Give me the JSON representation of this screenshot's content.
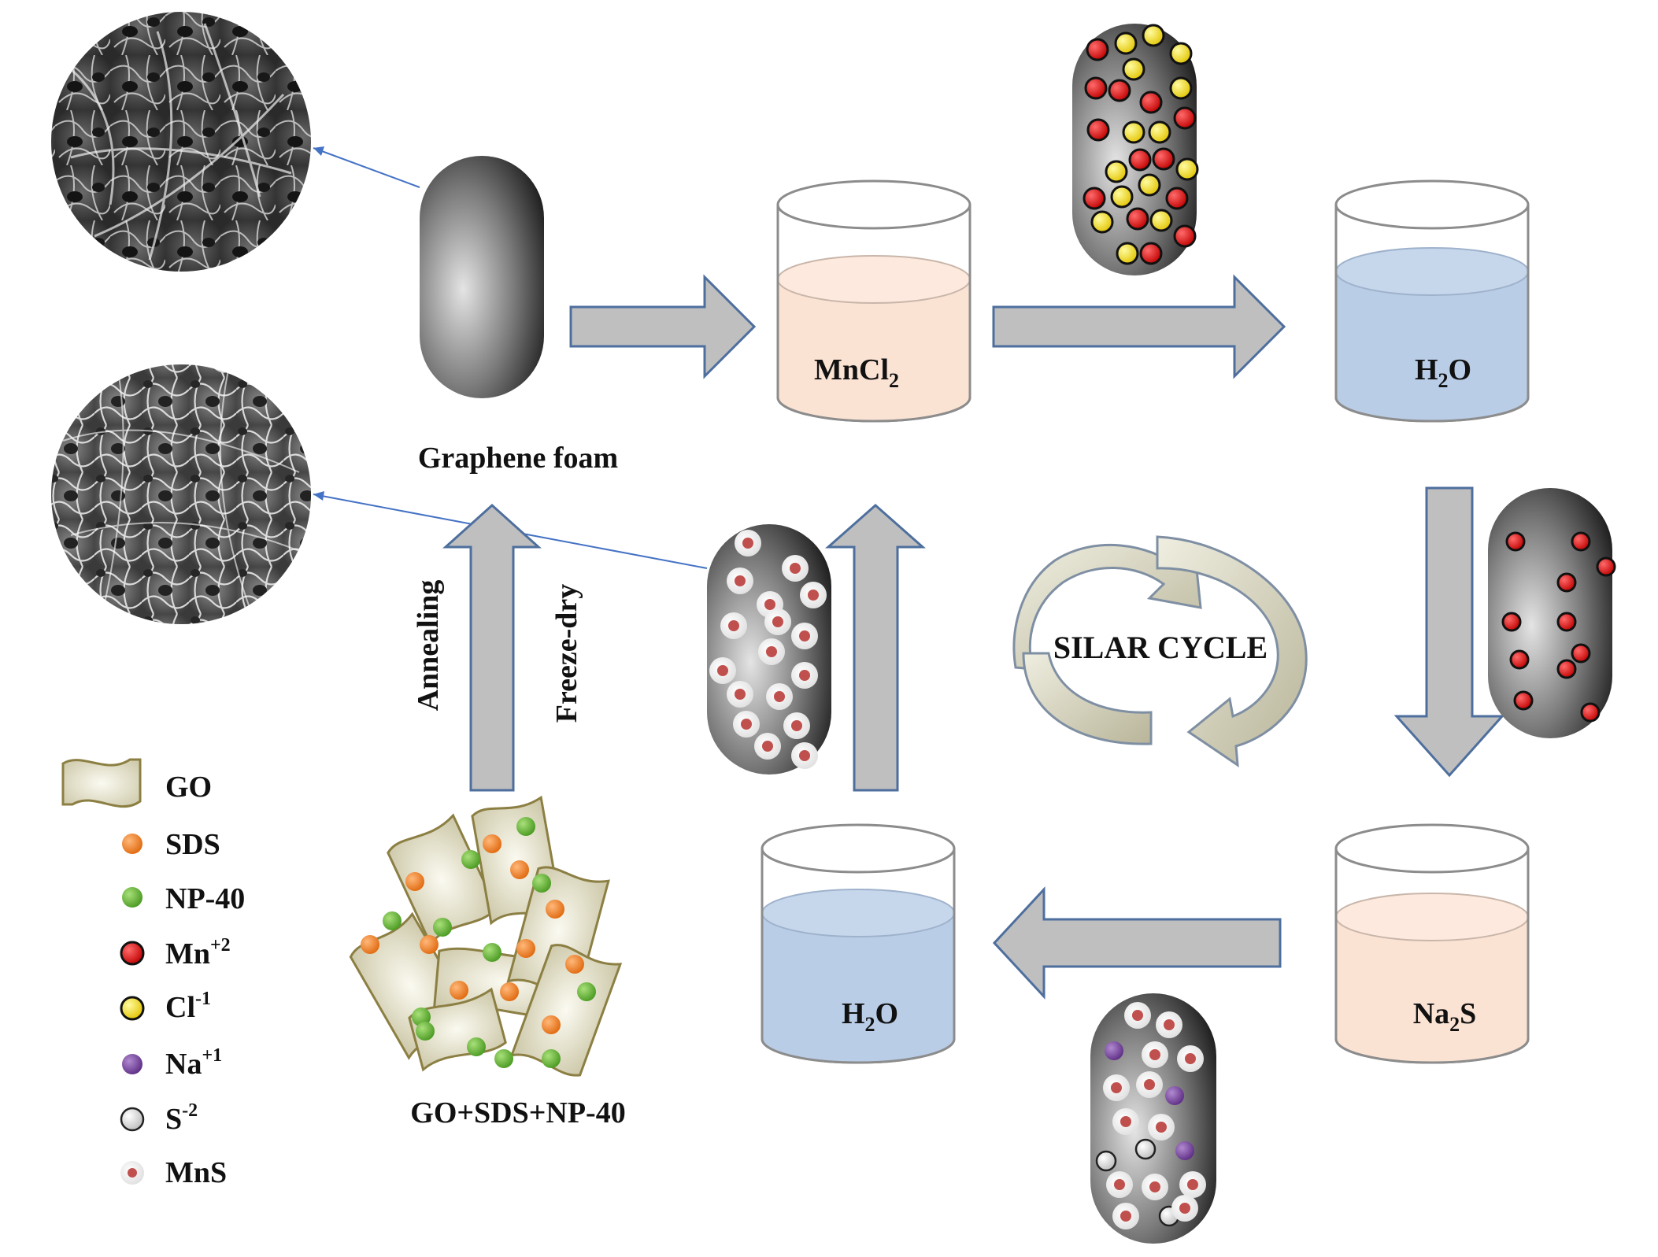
{
  "labels": {
    "graphene_foam": "Graphene foam",
    "mncl2_base": "MnCl",
    "mncl2_sub": "2",
    "h2o_top_pre": "H",
    "h2o_top_sub": "2",
    "h2o_top_post": "O",
    "h2o_bottom_pre": "H",
    "h2o_bottom_sub": "2",
    "h2o_bottom_post": "O",
    "na2s_pre": "Na",
    "na2s_sub": "2",
    "na2s_post": "S",
    "silar_cycle": "SILAR CYCLE",
    "annealing": "Annealing",
    "freeze_dry": "Freeze-dry",
    "mixture": "GO+SDS+NP-40"
  },
  "legend": [
    {
      "id": "go",
      "label": "GO",
      "sup": ""
    },
    {
      "id": "sds",
      "label": "SDS",
      "sup": ""
    },
    {
      "id": "np40",
      "label": "NP-40",
      "sup": ""
    },
    {
      "id": "mn",
      "label": "Mn",
      "sup": "+2"
    },
    {
      "id": "cl",
      "label": "Cl",
      "sup": "-1"
    },
    {
      "id": "na",
      "label": "Na",
      "sup": "+1"
    },
    {
      "id": "s",
      "label": "S",
      "sup": "-2"
    },
    {
      "id": "mns",
      "label": "MnS",
      "sup": ""
    }
  ],
  "colors": {
    "mncl2_solution": "#fbe3d4",
    "na2s_solution": "#fbe3d4",
    "water": "#b9cde6",
    "arrow_fill": "#bfbfbf",
    "arrow_stroke": "#4e6f9e",
    "cycle_fill": "#d6d3bd",
    "cycle_stroke": "#7f8fa3",
    "go_sheet": "#e7e4cd",
    "go_stroke": "#8c7f43",
    "sds": "#ee8a33",
    "np40": "#6db33f",
    "mn": "#e01b1b",
    "cl": "#f6e21f",
    "na": "#7f4aa6",
    "s": "#d8d8d8",
    "mns_core": "#c0504d"
  }
}
